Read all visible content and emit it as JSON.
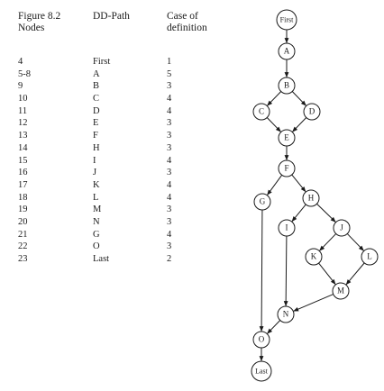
{
  "headers": {
    "nodes": [
      "Figure 8.2",
      "Nodes"
    ],
    "ddpath": [
      "DD-Path"
    ],
    "case": [
      "Case of",
      "definition"
    ]
  },
  "rows": [
    {
      "node": "4",
      "path": "First",
      "case": "1"
    },
    {
      "node": "5-8",
      "path": "A",
      "case": "5"
    },
    {
      "node": "9",
      "path": "B",
      "case": "3"
    },
    {
      "node": "10",
      "path": "C",
      "case": "4"
    },
    {
      "node": "11",
      "path": "D",
      "case": "4"
    },
    {
      "node": "12",
      "path": "E",
      "case": "3"
    },
    {
      "node": "13",
      "path": "F",
      "case": "3"
    },
    {
      "node": "14",
      "path": "H",
      "case": "3"
    },
    {
      "node": "15",
      "path": "I",
      "case": "4"
    },
    {
      "node": "16",
      "path": "J",
      "case": "3"
    },
    {
      "node": "17",
      "path": "K",
      "case": "4"
    },
    {
      "node": "18",
      "path": "L",
      "case": "4"
    },
    {
      "node": "19",
      "path": "M",
      "case": "3"
    },
    {
      "node": "20",
      "path": "N",
      "case": "3"
    },
    {
      "node": "21",
      "path": "G",
      "case": "4"
    },
    {
      "node": "22",
      "path": "O",
      "case": "3"
    },
    {
      "node": "23",
      "path": "Last",
      "case": "2"
    }
  ],
  "graph": {
    "nodes": [
      "First",
      "A",
      "B",
      "C",
      "D",
      "E",
      "F",
      "G",
      "H",
      "I",
      "J",
      "K",
      "L",
      "M",
      "N",
      "O",
      "Last"
    ],
    "edges": [
      [
        "First",
        "A"
      ],
      [
        "A",
        "B"
      ],
      [
        "B",
        "C"
      ],
      [
        "B",
        "D"
      ],
      [
        "C",
        "E"
      ],
      [
        "D",
        "E"
      ],
      [
        "E",
        "F"
      ],
      [
        "F",
        "G"
      ],
      [
        "F",
        "H"
      ],
      [
        "H",
        "I"
      ],
      [
        "H",
        "J"
      ],
      [
        "J",
        "K"
      ],
      [
        "J",
        "L"
      ],
      [
        "K",
        "M"
      ],
      [
        "L",
        "M"
      ],
      [
        "I",
        "N"
      ],
      [
        "M",
        "N"
      ],
      [
        "G",
        "O"
      ],
      [
        "N",
        "O"
      ],
      [
        "O",
        "Last"
      ]
    ]
  }
}
